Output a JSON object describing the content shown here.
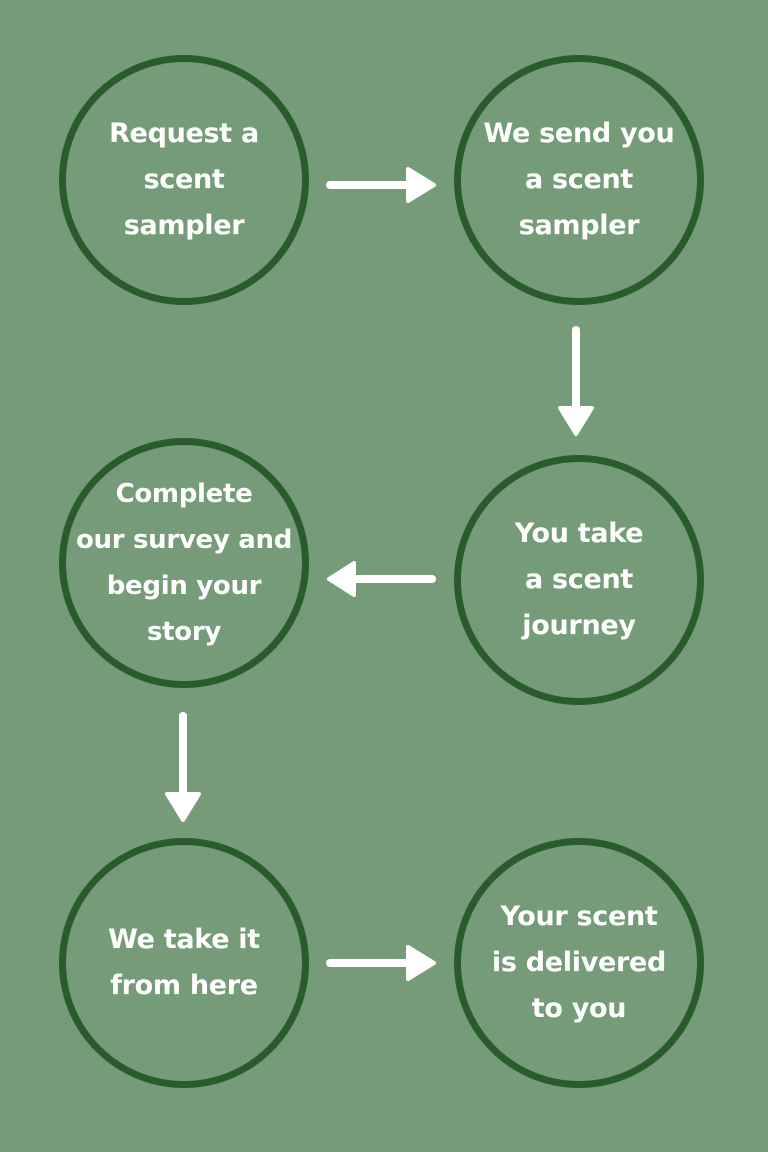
{
  "colors": {
    "background": "#769b79",
    "circle_border": "#2a5c2b",
    "text": "#ffffff",
    "arrow": "#ffffff"
  },
  "steps": [
    {
      "label": "Request a\nscent\nsampler"
    },
    {
      "label": "We send you\na  scent\nsampler"
    },
    {
      "label": "You take\na scent\njourney"
    },
    {
      "label": "Complete\nour survey and\nbegin your\nstory"
    },
    {
      "label": "We take it\nfrom here"
    },
    {
      "label": "Your scent\nis delivered\nto you"
    }
  ]
}
